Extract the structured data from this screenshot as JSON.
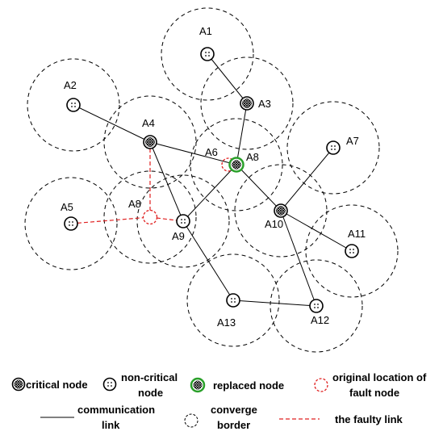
{
  "nodes": {
    "A1": {
      "label": "A1",
      "kind": "non-critical"
    },
    "A2": {
      "label": "A2",
      "kind": "non-critical"
    },
    "A3": {
      "label": "A3",
      "kind": "critical"
    },
    "A4": {
      "label": "A4",
      "kind": "critical"
    },
    "A5": {
      "label": "A5",
      "kind": "non-critical"
    },
    "A6": {
      "label": "A6",
      "kind": "non-critical"
    },
    "A7": {
      "label": "A7",
      "kind": "non-critical"
    },
    "A8": {
      "label": "A8",
      "kind": "replaced"
    },
    "A8_original": {
      "label": "A8",
      "kind": "fault-original"
    },
    "A9": {
      "label": "A9",
      "kind": "non-critical"
    },
    "A10": {
      "label": "A10",
      "kind": "critical"
    },
    "A11": {
      "label": "A11",
      "kind": "non-critical"
    },
    "A12": {
      "label": "A12",
      "kind": "non-critical"
    },
    "A13": {
      "label": "A13",
      "kind": "non-critical"
    }
  },
  "links": [
    [
      "A1",
      "A3"
    ],
    [
      "A2",
      "A4"
    ],
    [
      "A3",
      "A8"
    ],
    [
      "A4",
      "A8"
    ],
    [
      "A4",
      "A9"
    ],
    [
      "A9",
      "A8"
    ],
    [
      "A8",
      "A10"
    ],
    [
      "A10",
      "A7"
    ],
    [
      "A10",
      "A11"
    ],
    [
      "A10",
      "A12"
    ],
    [
      "A9",
      "A13"
    ],
    [
      "A13",
      "A12"
    ]
  ],
  "faulty_links": [
    [
      "A4",
      "A8_original"
    ],
    [
      "A5",
      "A8_original"
    ],
    [
      "A8_original",
      "A9"
    ]
  ],
  "legend": {
    "critical_node": "critical node",
    "non_critical_node_line1": "non-critical",
    "non_critical_node_line2": "node",
    "replaced_node": "replaced node",
    "original_location_line1": "original location of",
    "original_location_line2": "fault node",
    "communication_link_line1": "communication",
    "communication_link_line2": "link",
    "converge_border_line1": "converge",
    "converge_border_line2": "border",
    "faulty_link": "the faulty link"
  },
  "colors": {
    "faulty": "#e02020",
    "replaced": "#2aa02a",
    "default": "#000000"
  }
}
